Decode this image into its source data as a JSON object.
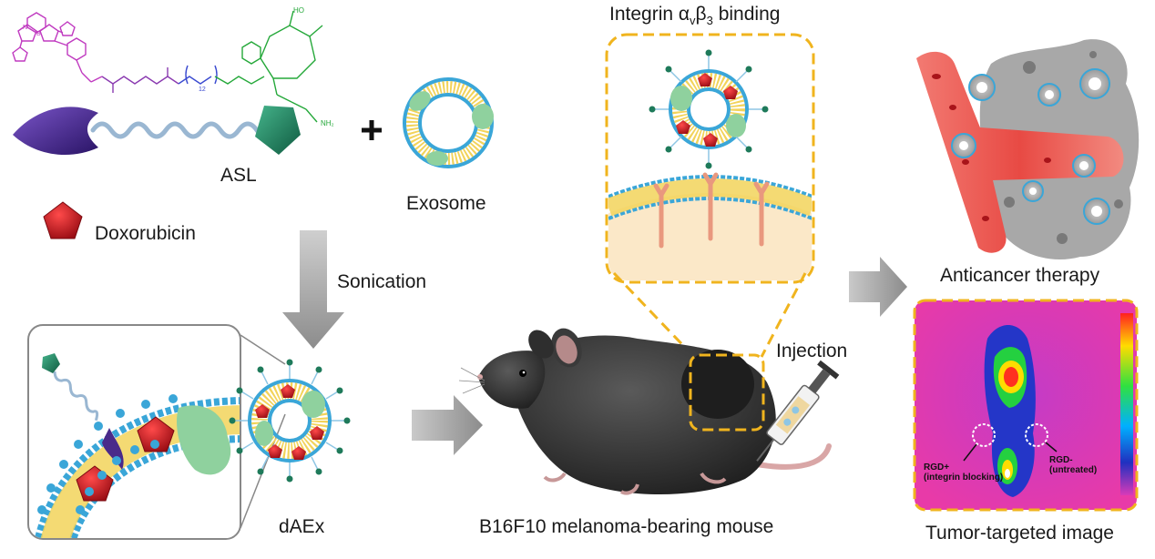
{
  "labels": {
    "asl": "ASL",
    "doxorubicin": "Doxorubicin",
    "exosome": "Exosome",
    "sonication": "Sonication",
    "daex": "dAEx",
    "integrin_prefix": "Integrin α",
    "integrin_sub_v": "v",
    "integrin_beta": "β",
    "integrin_sub_3": "3",
    "integrin_suffix": " binding",
    "injection": "Injection",
    "mouse": "B16F10 melanoma-bearing mouse",
    "anticancer": "Anticancer therapy",
    "tumor_image": "Tumor-targeted image",
    "rgd_plus_line1": "RGD+",
    "rgd_plus_line2": "(integrin blocking)",
    "rgd_minus_line1": "RGD-",
    "rgd_minus_line2": "(untreated)",
    "plus_sign": "+"
  },
  "colors": {
    "arrow_gray": "#9a9a9a",
    "dashed_orange": "#f0b41e",
    "doxorubicin_red": "#c8141e",
    "membrane_yellow": "#f2d35a",
    "membrane_blue": "#3aa6d8",
    "protein_green": "#8fd19e",
    "anchor_purple": "#4a2a8a",
    "rgd_teal": "#1e7a5a",
    "vessel_red": "#e8524a",
    "heatmap_magenta": "#d832b4"
  },
  "icons": [
    "asl-molecule-icon",
    "exosome-icon",
    "doxorubicin-icon",
    "daex-icon",
    "mouse-icon",
    "syringe-icon",
    "blood-vessel-icon",
    "heatmap-icon",
    "colorbar-icon"
  ]
}
